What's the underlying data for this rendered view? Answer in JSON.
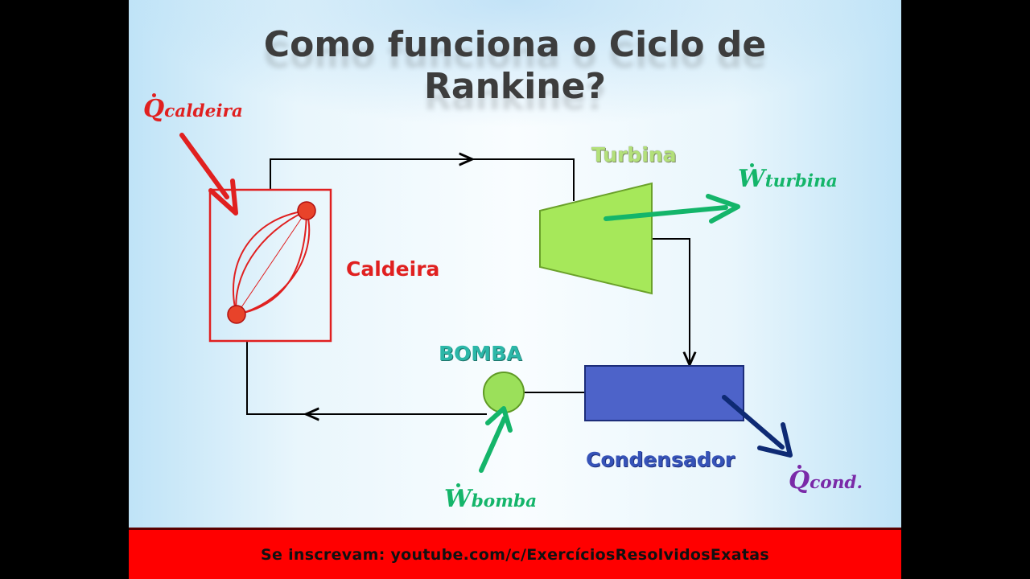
{
  "title_lines": [
    "Como funciona o Ciclo de",
    "Rankine?"
  ],
  "labels": {
    "caldeira": "Caldeira",
    "turbina": "Turbina",
    "bomba": "BOMBA",
    "condensador": "Condensador"
  },
  "math": {
    "q_caldeira": {
      "symbol": "Q",
      "sub": "caldeira"
    },
    "w_turbina": {
      "symbol": "W",
      "sub": "turbina"
    },
    "w_bomba": {
      "symbol": "W",
      "sub": "bomba"
    },
    "q_cond": {
      "symbol": "Q",
      "sub": "cond."
    }
  },
  "banner": "Se inscrevam: youtube.com/c/ExercíciosResolvidosExatas",
  "colors": {
    "caldeira": "#e02020",
    "turbina_fill": "#a6e85a",
    "turbina_text": "#b3e07a",
    "bomba_fill": "#9be05a",
    "bomba_text": "#2cb7a8",
    "condensador_fill": "#4d63c9",
    "condensador_text": "#3653b8",
    "work_arrow": "#14b56a",
    "cond_arrow": "#0e2a74",
    "q_cond_text": "#7a2aa8",
    "banner": "#ff0000"
  }
}
